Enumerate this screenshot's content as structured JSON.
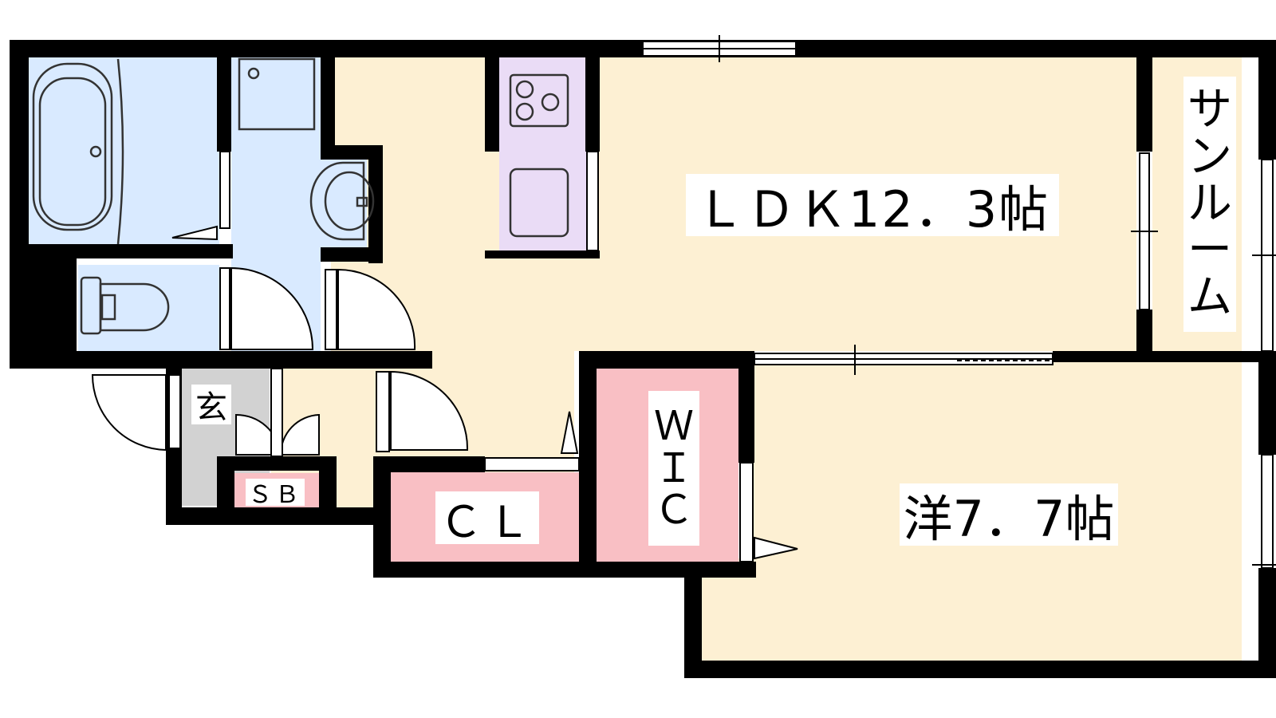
{
  "floor_plan": {
    "rooms": {
      "ldk": {
        "label": "ＬＤＫ12．3帖"
      },
      "western_room": {
        "label": "洋7．7帖"
      },
      "closet": {
        "label": "ＣＬ"
      },
      "shoe_box": {
        "label": "ＳＢ"
      },
      "entrance": {
        "label": "玄"
      },
      "walk_in_closet": {
        "label_chars": [
          "Ｗ",
          "Ｉ",
          "Ｃ"
        ]
      },
      "sunroom": {
        "label_chars": [
          "サ",
          "ン",
          "ル",
          "ー",
          "ム"
        ]
      }
    },
    "colors": {
      "wall": "#000000",
      "ldk_floor": "#fdf0d3",
      "western_floor": "#fdf0d3",
      "wet_area": "#d9eaff",
      "kitchen": "#eadcf6",
      "storage": "#f9bfc4",
      "entrance_floor": "#d2d2d2",
      "sunroom_floor": "#fdf0d3",
      "fixture_line": "#333333"
    }
  }
}
